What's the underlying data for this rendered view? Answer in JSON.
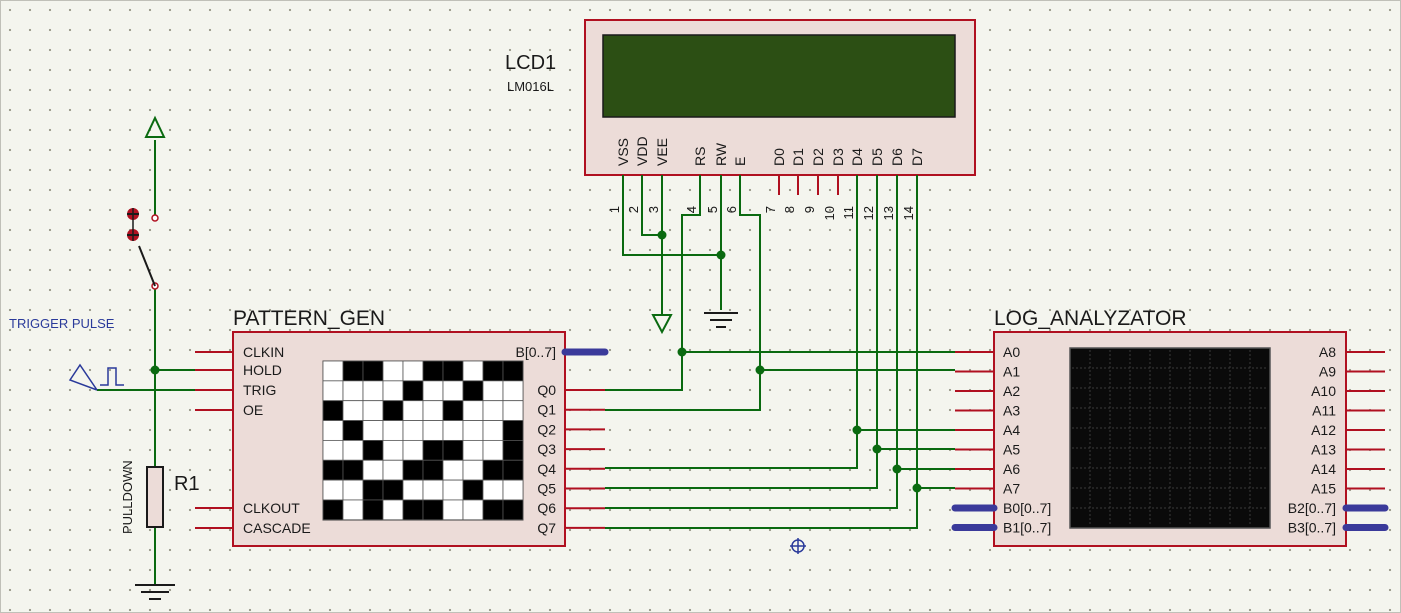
{
  "colors": {
    "wire": "#0a6a10",
    "body": "#ecdcd8",
    "border": "#b01020",
    "bus": "#3a3a9a",
    "lcd_screen": "#2c4f14",
    "note": "#2a3a9a"
  },
  "lcd": {
    "ref": "LCD1",
    "part": "LM016L",
    "pins": [
      {
        "name": "VSS",
        "num": "1"
      },
      {
        "name": "VDD",
        "num": "2"
      },
      {
        "name": "VEE",
        "num": "3"
      },
      {
        "name": "RS",
        "num": "4"
      },
      {
        "name": "RW",
        "num": "5"
      },
      {
        "name": "E",
        "num": "6"
      },
      {
        "name": "D0",
        "num": "7"
      },
      {
        "name": "D1",
        "num": "8"
      },
      {
        "name": "D2",
        "num": "9"
      },
      {
        "name": "D3",
        "num": "10"
      },
      {
        "name": "D4",
        "num": "11"
      },
      {
        "name": "D5",
        "num": "12"
      },
      {
        "name": "D6",
        "num": "13"
      },
      {
        "name": "D7",
        "num": "14"
      }
    ]
  },
  "pattern_gen": {
    "title": "PATTERN_GEN",
    "left_pins": [
      "CLKIN",
      "HOLD",
      "TRIG",
      "OE",
      "CLKOUT",
      "CASCADE"
    ],
    "bus_pin": "B[0..7]",
    "right_pins": [
      "Q0",
      "Q1",
      "Q2",
      "Q3",
      "Q4",
      "Q5",
      "Q6",
      "Q7"
    ],
    "grid": [
      "0110011011",
      "0000100100",
      "1001001000",
      "0100000001",
      "0010011001",
      "1100110011",
      "0011000100",
      "1010110011"
    ]
  },
  "log_analyzer": {
    "title": "LOG_ANALYZATOR",
    "left_pins": [
      "A0",
      "A1",
      "A2",
      "A3",
      "A4",
      "A5",
      "A6",
      "A7",
      "B0[0..7]",
      "B1[0..7]"
    ],
    "right_pins": [
      "A8",
      "A9",
      "A10",
      "A11",
      "A12",
      "A13",
      "A14",
      "A15",
      "B2[0..7]",
      "B3[0..7]"
    ]
  },
  "resistor": {
    "ref": "R1",
    "value": "PULLDOWN"
  },
  "trigger_label": "TRIGGER PULSE"
}
